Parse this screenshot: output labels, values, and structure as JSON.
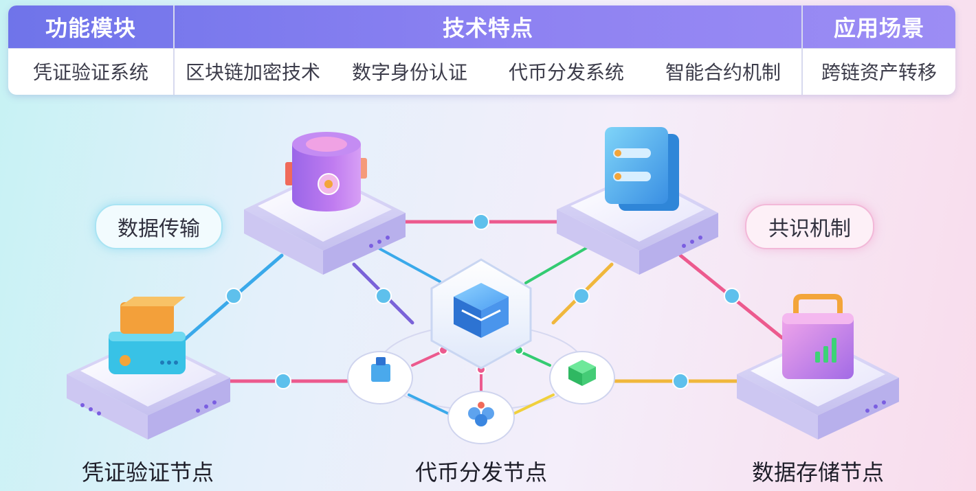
{
  "table": {
    "headers": [
      "功能模块",
      "技术特点",
      "应用场景"
    ],
    "cells": [
      "凭证验证系统",
      "区块链加密技术",
      "数字身份认证",
      "代币分发系统",
      "智能合约机制",
      "跨链资产转移"
    ]
  },
  "labels": {
    "data_transfer": "数据传输",
    "consensus": "共识机制",
    "credential_node": "凭证验证节点",
    "token_node": "代币分发节点",
    "storage_node": "数据存储节点"
  },
  "colors": {
    "header": "#7d7ef0",
    "line_pink": "#ec5a8e",
    "line_blue": "#3aa9ea",
    "line_purple": "#7a62d8",
    "line_green": "#34cb72",
    "line_yellow": "#f0b73c",
    "connector_dot": "#5ec0ec"
  }
}
